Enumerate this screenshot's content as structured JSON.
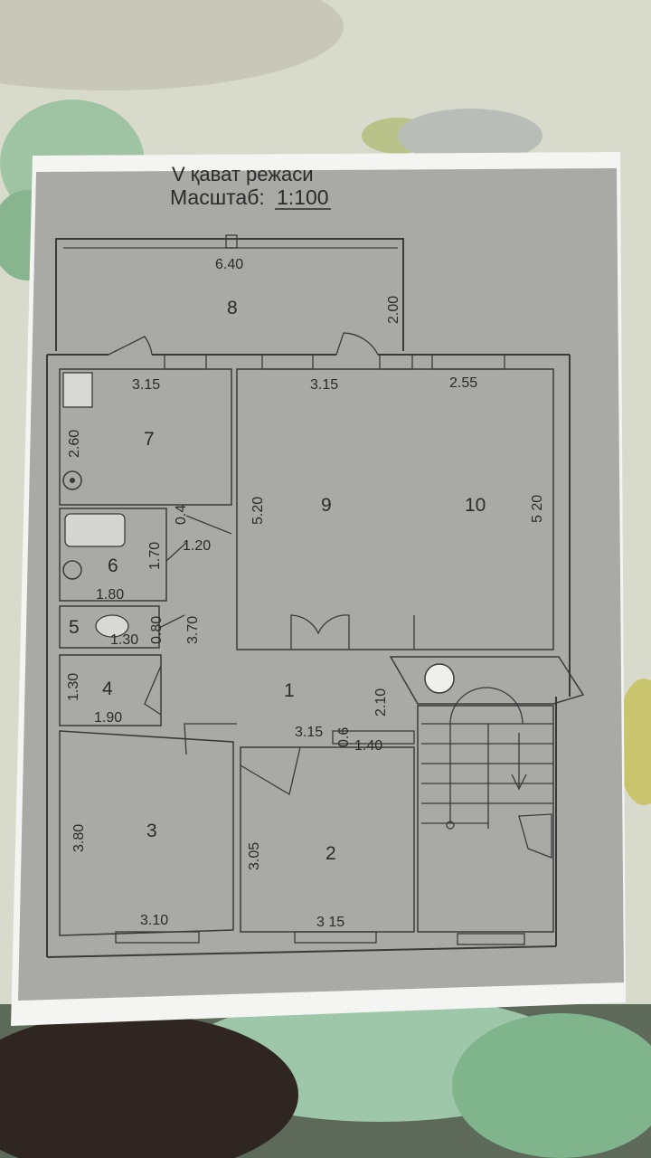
{
  "plan": {
    "title_cut": "V қават режаси",
    "scale_label": "Масштаб:",
    "scale_value": "1:100"
  },
  "rooms": [
    {
      "id": "1",
      "label": "1"
    },
    {
      "id": "2",
      "label": "2"
    },
    {
      "id": "3",
      "label": "3"
    },
    {
      "id": "4",
      "label": "4"
    },
    {
      "id": "5",
      "label": "5"
    },
    {
      "id": "6",
      "label": "6"
    },
    {
      "id": "7",
      "label": "7"
    },
    {
      "id": "8",
      "label": "8"
    },
    {
      "id": "9",
      "label": "9"
    },
    {
      "id": "10",
      "label": "10"
    }
  ],
  "dims": {
    "balcony_w": "6.40",
    "balcony_d": "2.00",
    "r7_w": "3.15",
    "r9_w": "3.15",
    "r10_w": "2.55",
    "r7_d": "2.60",
    "r9_d": "5.20",
    "r10_d": "5 20",
    "small_04": "0.4",
    "corr_120": "1.20",
    "r6_d": "1.70",
    "r6_w": "1.80",
    "r5_d": "0.80",
    "r5_w": "1.30",
    "corr_370": "3.70",
    "r4_d": "1.30",
    "r4_w": "1.90",
    "hall_210": "2.10",
    "hall_315": "3.15",
    "hall_06": "0.6",
    "hall_140": "1.40",
    "r3_d": "3.80",
    "r3_w": "3.10",
    "r2_d": "3.05",
    "r2_w": "3 15"
  }
}
